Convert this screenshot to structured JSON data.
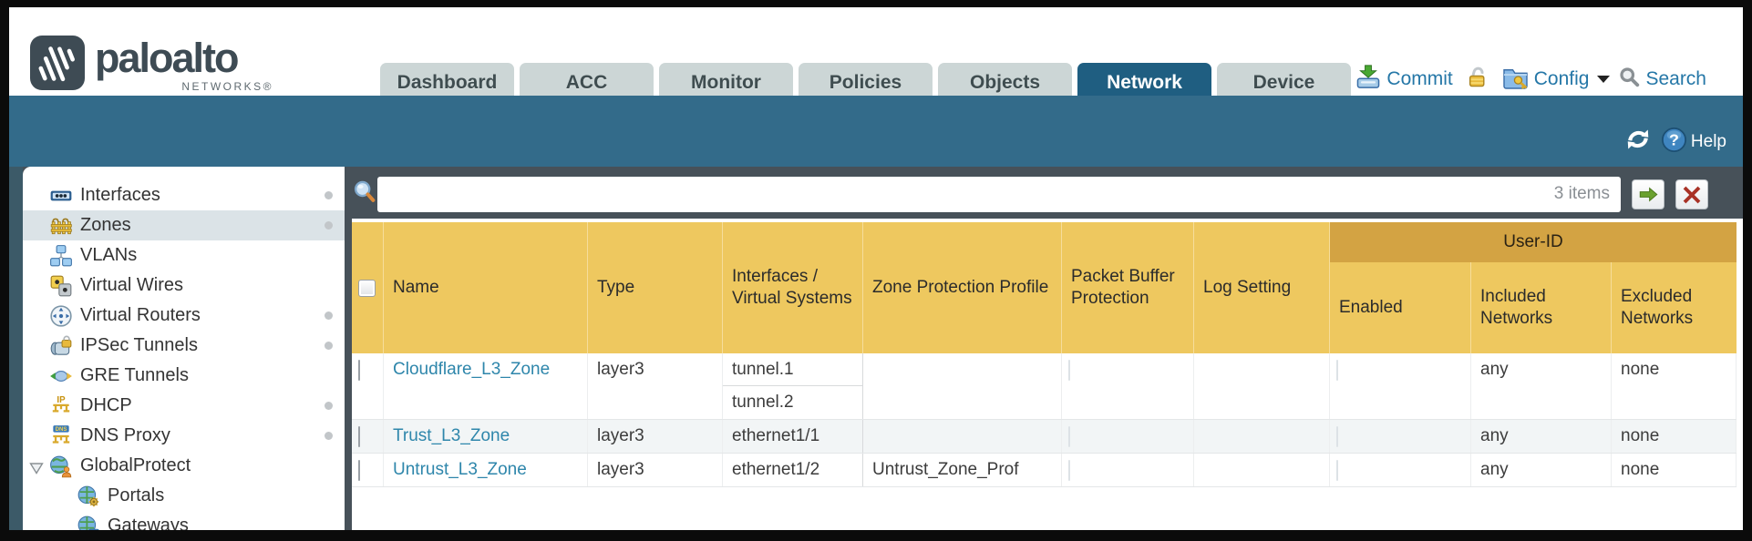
{
  "brand": {
    "name": "paloalto",
    "sub": "NETWORKS®"
  },
  "nav": {
    "tabs": [
      {
        "label": "Dashboard",
        "active": false
      },
      {
        "label": "ACC",
        "active": false
      },
      {
        "label": "Monitor",
        "active": false
      },
      {
        "label": "Policies",
        "active": false
      },
      {
        "label": "Objects",
        "active": false
      },
      {
        "label": "Network",
        "active": true
      },
      {
        "label": "Device",
        "active": false
      }
    ],
    "actions": {
      "commit": "Commit",
      "config": "Config",
      "search": "Search"
    }
  },
  "toolbar": {
    "help": "Help"
  },
  "filter": {
    "value": "",
    "count": "3 items"
  },
  "sidebar": {
    "items": [
      {
        "label": "Interfaces",
        "icon": "interfaces-icon",
        "dot": true,
        "selected": false
      },
      {
        "label": "Zones",
        "icon": "zones-icon",
        "dot": true,
        "selected": true
      },
      {
        "label": "VLANs",
        "icon": "vlans-icon",
        "dot": false,
        "selected": false
      },
      {
        "label": "Virtual Wires",
        "icon": "virtual-wires-icon",
        "dot": false,
        "selected": false
      },
      {
        "label": "Virtual Routers",
        "icon": "virtual-routers-icon",
        "dot": true,
        "selected": false
      },
      {
        "label": "IPSec Tunnels",
        "icon": "ipsec-tunnels-icon",
        "dot": true,
        "selected": false
      },
      {
        "label": "GRE Tunnels",
        "icon": "gre-tunnels-icon",
        "dot": false,
        "selected": false
      },
      {
        "label": "DHCP",
        "icon": "dhcp-icon",
        "dot": true,
        "selected": false
      },
      {
        "label": "DNS Proxy",
        "icon": "dns-proxy-icon",
        "dot": true,
        "selected": false
      },
      {
        "label": "GlobalProtect",
        "icon": "globalprotect-icon",
        "dot": false,
        "selected": false,
        "expanded": true
      },
      {
        "label": "Portals",
        "icon": "portals-icon",
        "dot": false,
        "selected": false,
        "indent": true
      },
      {
        "label": "Gateways",
        "icon": "gateways-icon",
        "dot": false,
        "selected": false,
        "indent": true
      }
    ]
  },
  "table": {
    "group_header": "User-ID",
    "columns": {
      "name": "Name",
      "type": "Type",
      "interfaces": "Interfaces / Virtual Systems",
      "zone_protection_profile": "Zone Protection Profile",
      "packet_buffer_protection": "Packet Buffer Protection",
      "log_setting": "Log Setting",
      "enabled": "Enabled",
      "included_networks": "Included Networks",
      "excluded_networks": "Excluded Networks"
    },
    "rows": [
      {
        "name": "Cloudflare_L3_Zone",
        "type": "layer3",
        "interfaces": [
          "tunnel.1",
          "tunnel.2"
        ],
        "zone_protection_profile": "",
        "log_setting": "",
        "enabled_checked": false,
        "included": "any",
        "excluded": "none"
      },
      {
        "name": "Trust_L3_Zone",
        "type": "layer3",
        "interfaces": [
          "ethernet1/1"
        ],
        "zone_protection_profile": "",
        "log_setting": "",
        "enabled_checked": false,
        "included": "any",
        "excluded": "none"
      },
      {
        "name": "Untrust_L3_Zone",
        "type": "layer3",
        "interfaces": [
          "ethernet1/2"
        ],
        "zone_protection_profile": "Untrust_Zone_Prof",
        "log_setting": "",
        "enabled_checked": false,
        "included": "any",
        "excluded": "none"
      }
    ]
  },
  "colors": {
    "teal_band": "#336b8a",
    "active_tab": "#1f5e81",
    "inactive_tab": "#ccd6d6",
    "header_yellow": "#eec85f",
    "userid_band": "#d3a343",
    "filter_bar": "#475159",
    "link_blue": "#2e86ab",
    "action_blue": "#2577a7",
    "row_stripe": "#f2f5f6"
  }
}
